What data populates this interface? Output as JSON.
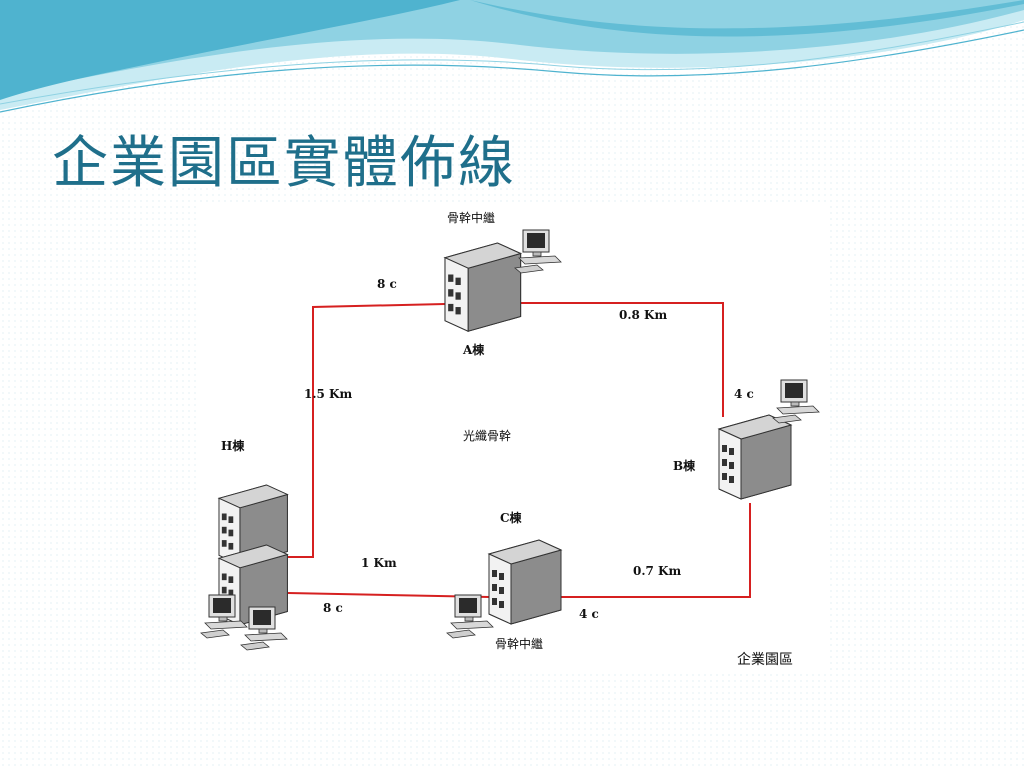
{
  "slide": {
    "title": "企業園區實體佈線",
    "accent_color": "#1f6f8b",
    "wave_colors": [
      "#4fb3cf",
      "#8fd2e3",
      "#c9ebf3"
    ]
  },
  "diagram": {
    "cable_color": "#d62020",
    "building_labels": {
      "a": "A棟",
      "b": "B棟",
      "c": "C棟",
      "h": "H棟"
    },
    "backbone_labels": {
      "top": "骨幹中繼",
      "bottom": "骨幹中繼"
    },
    "center_label": "光纖骨幹",
    "campus_label": "企業園區",
    "distances": {
      "a_to_b": "0.8 Km",
      "h_to_a": "1.5 Km",
      "h_to_c": "1 Km",
      "c_to_b": "0.7 Km"
    },
    "cable_counts": {
      "a": "8 c",
      "b": "4 c",
      "h": "8 c",
      "c": "4 c"
    }
  }
}
